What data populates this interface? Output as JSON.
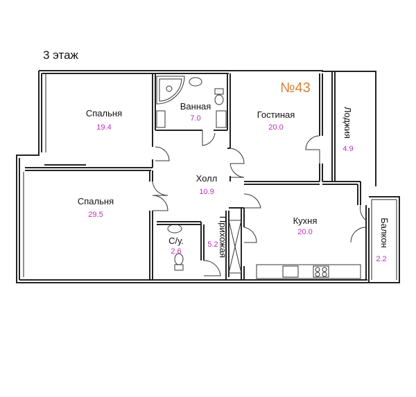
{
  "floor_label": "3 этаж",
  "apartment_number": "№43",
  "colors": {
    "wall": "#222222",
    "room_name": "#111111",
    "area": "#c12bb8",
    "apartment_number": "#d3823a"
  },
  "rooms": [
    {
      "id": "bedroom-1",
      "name": "Спальня",
      "area": "19.4"
    },
    {
      "id": "bathroom",
      "name": "Ванная",
      "area": "7.0"
    },
    {
      "id": "living",
      "name": "Гостиная",
      "area": "20.0"
    },
    {
      "id": "loggia",
      "name": "Лоджия",
      "area": "4.9"
    },
    {
      "id": "hall",
      "name": "Холл",
      "area": "10.9"
    },
    {
      "id": "bedroom-2",
      "name": "Спальня",
      "area": "29.5"
    },
    {
      "id": "wc",
      "name": "С/у.",
      "area": "2.6"
    },
    {
      "id": "entrance",
      "name": "Прихожая",
      "area": "5.2"
    },
    {
      "id": "kitchen",
      "name": "Кухня",
      "area": "20.0"
    },
    {
      "id": "balcony",
      "name": "Балкон",
      "area": "2.2"
    }
  ]
}
